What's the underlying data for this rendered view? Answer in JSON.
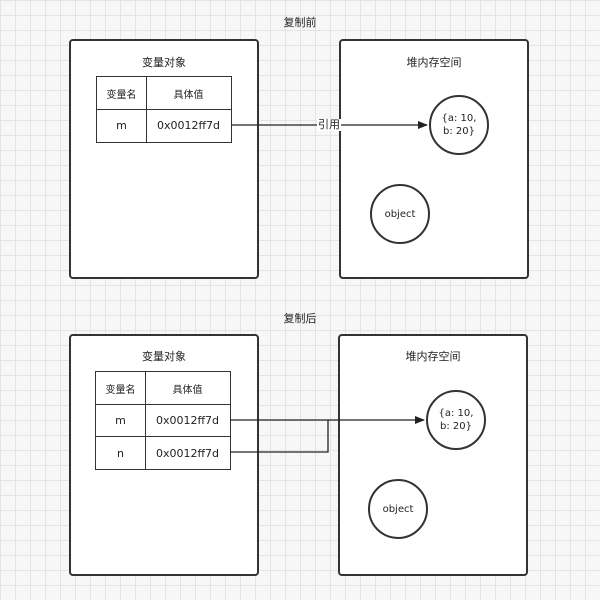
{
  "before": {
    "title": "复制前",
    "variables_panel": {
      "title": "变量对象",
      "headers": [
        "变量名",
        "具体值"
      ],
      "rows": [
        {
          "name": "m",
          "value": "0x0012ff7d"
        }
      ]
    },
    "heap_panel": {
      "title": "堆内存空间",
      "referenced_object": {
        "line1": "{a: 10,",
        "line2": "b: 20}"
      },
      "other_object": "object"
    },
    "edge_label": "引用"
  },
  "after": {
    "title": "复制后",
    "variables_panel": {
      "title": "变量对象",
      "headers": [
        "变量名",
        "具体值"
      ],
      "rows": [
        {
          "name": "m",
          "value": "0x0012ff7d"
        },
        {
          "name": "n",
          "value": "0x0012ff7d"
        }
      ]
    },
    "heap_panel": {
      "title": "堆内存空间",
      "referenced_object": {
        "line1": "{a: 10,",
        "line2": "b: 20}"
      },
      "other_object": "object"
    }
  }
}
